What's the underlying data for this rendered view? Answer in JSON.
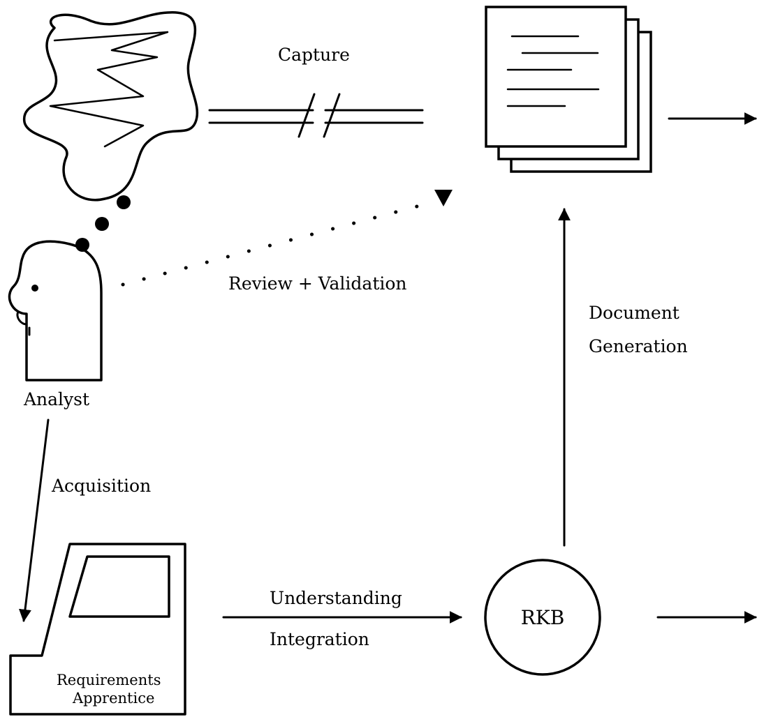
{
  "labels": {
    "capture": "Capture",
    "review_validation": "Review + Validation",
    "analyst": "Analyst",
    "acquisition": "Acquisition",
    "document_generation_line1": "Document",
    "document_generation_line2": "Generation",
    "understanding": "Understanding",
    "integration": "Integration",
    "rkb": "RKB",
    "requirements_line1": "Requirements",
    "requirements_line2": "Apprentice"
  },
  "icons": {
    "idea_cloud": "jagged-cloud-icon",
    "analyst_head": "person-head-icon",
    "documents": "document-stack-icon",
    "terminal": "computer-terminal-icon",
    "rkb_node": "circle-node"
  }
}
